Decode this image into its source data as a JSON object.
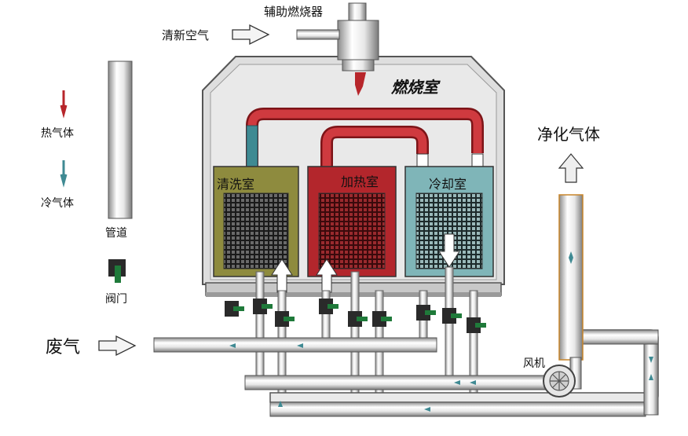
{
  "labels": {
    "burner": "辅助燃烧器",
    "fresh_air": "清新空气",
    "combustion_chamber": "燃烧室",
    "wash_chamber": "清洗室",
    "heating_chamber": "加热室",
    "cooling_chamber": "冷却室",
    "clean_gas": "净化气体",
    "waste_gas": "废气",
    "fan": "风机"
  },
  "legend": {
    "hot_gas": "热气体",
    "cold_gas": "冷气体",
    "pipe": "管道",
    "valve": "阀门"
  },
  "colors": {
    "hot": "#b7262b",
    "cold": "#3f8a93",
    "wash_panel": "#8c8a3c",
    "heat_panel": "#b3262c",
    "cool_panel": "#7fb5b8",
    "valve_green": "#1f7a3a",
    "housing": "#dcdcdc"
  }
}
